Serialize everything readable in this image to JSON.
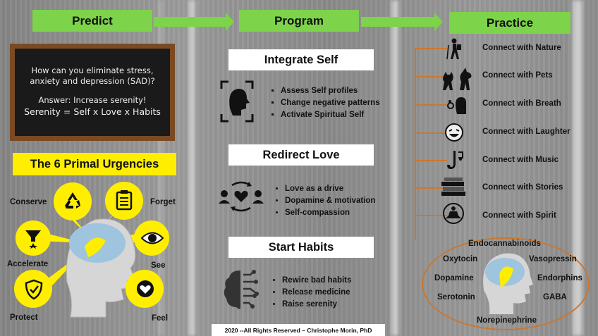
{
  "headers": {
    "predict": "Predict",
    "program": "Program",
    "practice": "Practice"
  },
  "chalkboard": {
    "question_line1": "How can you eliminate stress,",
    "question_line2": "anxiety and depression (SAD)?",
    "answer": "Answer: Increase serenity!",
    "formula": "Serenity = Self x Love x Habits"
  },
  "urgencies": {
    "title": "The 6 Primal Urgencies",
    "items": {
      "conserve": "Conserve",
      "forget": "Forget",
      "accelerate": "Accelerate",
      "see": "See",
      "protect": "Protect",
      "feel": "Feel"
    },
    "color": "#ffee00"
  },
  "program": {
    "integrate": {
      "title": "Integrate Self",
      "bullets": [
        "Assess Self profiles",
        "Change negative patterns",
        "Activate Spiritual Self"
      ]
    },
    "redirect": {
      "title": "Redirect Love",
      "bullets": [
        "Love as a drive",
        "Dopamine & motivation",
        "Self-compassion"
      ]
    },
    "habits": {
      "title": "Start Habits",
      "bullets": [
        "Rewire bad habits",
        "Release medicine",
        "Raise serenity"
      ]
    }
  },
  "practice": {
    "items": [
      "Connect with Nature",
      "Connect with Pets",
      "Connect with Breath",
      "Connect with Laughter",
      "Connect with Music",
      "Connect with Stories",
      "Connect with Spirit"
    ],
    "timeline_color": "#c87832"
  },
  "hormones": {
    "endocannabinoids": "Endocannabinoids",
    "oxytocin": "Oxytocin",
    "vasopressin": "Vasopressin",
    "dopamine": "Dopamine",
    "endorphins": "Endorphins",
    "serotonin": "Serotonin",
    "gaba": "GABA",
    "norepinephrine": "Norepinephrine"
  },
  "footer": "2020 --All Rights Reserved – Christophe Morin, PhD",
  "colors": {
    "header_green": "#7dd34a",
    "background": "#8c8c8c"
  }
}
